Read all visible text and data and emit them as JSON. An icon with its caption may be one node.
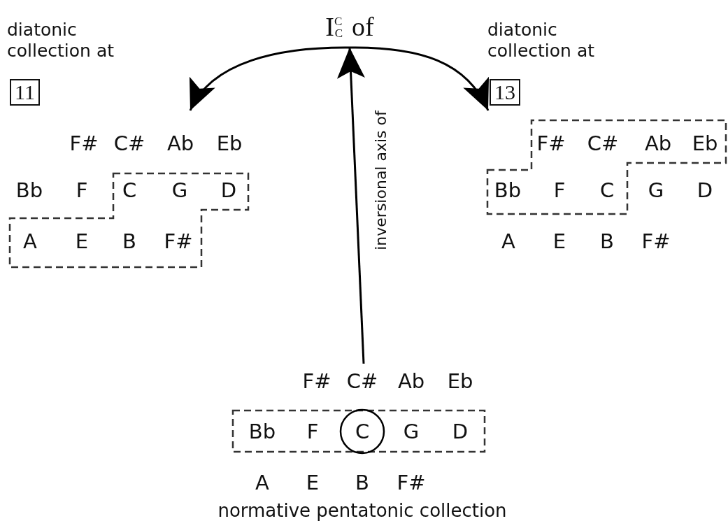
{
  "diagram": {
    "nodes": [
      {
        "text": [
          "I$^{C}$$_{C}$ of"
        ]
      },
      {
        "text": [
          "F#",
          "C#",
          "Ab",
          "Eb",
          "Bb",
          "F",
          "C",
          "G",
          "D",
          "A",
          "E",
          "B",
          "F#"
        ]
      },
      {
        "text": [
          "F#",
          "C#",
          "Ab",
          "Eb",
          "Bb",
          "F",
          "C",
          "G",
          "D",
          "A",
          "E",
          "B",
          "F#"
        ]
      },
      {
        "text": [
          "F#",
          "C#",
          "Ab",
          "Eb",
          "Bb",
          "F",
          "C",
          "G",
          "D",
          "A",
          "E",
          "B",
          "F#",
          "normative pentatonic collection"
        ]
      }
    ],
    "edges": [
      {
        "from": 3,
        "to": 0,
        "arrow": "to",
        "label": "inversional axis of"
      },
      {
        "from": 0,
        "to": 1,
        "arrow": "to"
      },
      {
        "from": 0,
        "to": 2,
        "arrow": "to"
      }
    ],
    "labels": [
      "diatonic collection at",
      "11",
      "diatonic collection at",
      "13"
    ]
  }
}
